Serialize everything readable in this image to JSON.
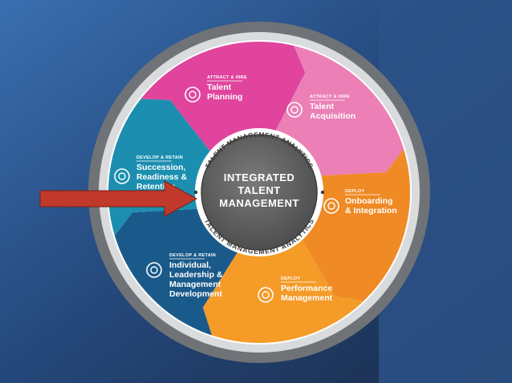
{
  "center": {
    "lines": [
      "INTEGRATED",
      "TALENT",
      "MANAGEMENT"
    ],
    "ring_label": "TALENT MANAGEMENT ANALYTICS"
  },
  "stages": [
    {
      "category": "ATTRACT & HIRE",
      "lines": [
        "Talent",
        "Planning"
      ],
      "color": "#e0449d",
      "icon": "target-icon"
    },
    {
      "category": "ATTRACT & HIRE",
      "lines": [
        "Talent",
        "Acquisition"
      ],
      "color": "#eb7fb6",
      "icon": "network-icon"
    },
    {
      "category": "DEPLOY",
      "lines": [
        "Onboarding",
        "& Integration"
      ],
      "color": "#ef8a25",
      "icon": "handshake-icon"
    },
    {
      "category": "DEPLOY",
      "lines": [
        "Performance",
        "Management"
      ],
      "color": "#f49b28",
      "icon": "paper-plane-icon"
    },
    {
      "category": "DEVELOP & RETAIN",
      "lines": [
        "Individual,",
        "Leadership &",
        "Management",
        "Development"
      ],
      "color": "#1a5a8a",
      "icon": "sprout-icon"
    },
    {
      "category": "DEVELOP & RETAIN",
      "lines": [
        "Succession,",
        "Readiness &",
        "Retention"
      ],
      "color": "#1c8fb0",
      "icon": "sun-icon"
    }
  ],
  "colors": {
    "background": "#2a4a7a",
    "arrow": "#c0392b",
    "hub": "#5a5a5a"
  }
}
